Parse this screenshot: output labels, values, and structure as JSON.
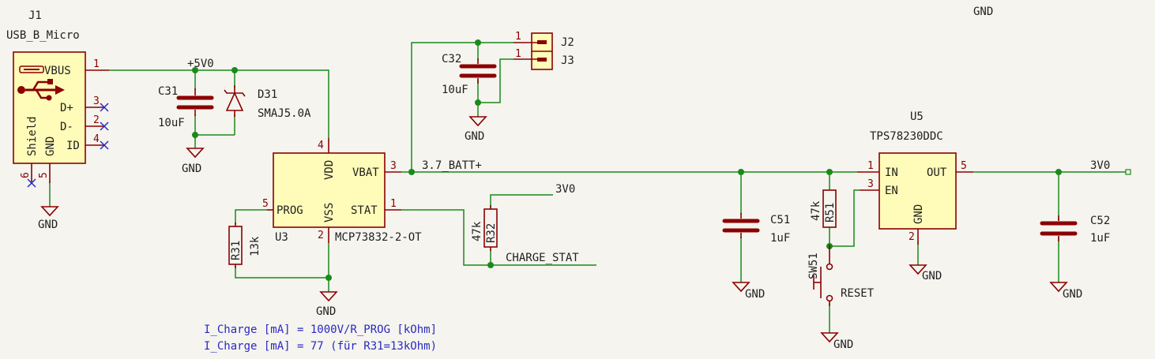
{
  "components": {
    "j1": {
      "ref": "J1",
      "value": "USB_B_Micro",
      "pins": [
        {
          "num": "1",
          "name": "VBUS"
        },
        {
          "num": "3",
          "name": "D+"
        },
        {
          "num": "2",
          "name": "D-"
        },
        {
          "num": "4",
          "name": "ID"
        },
        {
          "num": "6",
          "name": "Shield"
        },
        {
          "num": "5",
          "name": "GND"
        }
      ]
    },
    "c31": {
      "ref": "C31",
      "value": "10uF"
    },
    "d31": {
      "ref": "D31",
      "value": "SMAJ5.0A"
    },
    "c32": {
      "ref": "C32",
      "value": "10uF"
    },
    "j2": {
      "ref": "J2",
      "pin": "1"
    },
    "j3": {
      "ref": "J3",
      "pin": "1"
    },
    "u3": {
      "ref": "U3",
      "value": "MCP73832-2-OT",
      "pins": [
        {
          "num": "4",
          "name": "VDD"
        },
        {
          "num": "3",
          "name": "VBAT"
        },
        {
          "num": "5",
          "name": "PROG"
        },
        {
          "num": "2",
          "name": "VSS"
        },
        {
          "num": "1",
          "name": "STAT"
        }
      ]
    },
    "r31": {
      "ref": "R31",
      "value": "13k"
    },
    "r32": {
      "ref": "R32",
      "value": "47k"
    },
    "c51": {
      "ref": "C51",
      "value": "1uF"
    },
    "r51": {
      "ref": "R51",
      "value": "47k"
    },
    "sw51": {
      "ref": "SW51",
      "value": "RESET"
    },
    "u5": {
      "ref": "U5",
      "value": "TPS78230DDC",
      "pins": [
        {
          "num": "1",
          "name": "IN"
        },
        {
          "num": "3",
          "name": "EN"
        },
        {
          "num": "2",
          "name": "GND"
        },
        {
          "num": "5",
          "name": "OUT"
        }
      ]
    },
    "c52": {
      "ref": "C52",
      "value": "1uF"
    }
  },
  "nets": {
    "v5": "+5V0",
    "batt": "3.7_BATT+",
    "v3": "3V0",
    "v3_r32": "3V0",
    "charge_stat": "CHARGE_STAT",
    "gnd": "GND"
  },
  "notes": [
    "I_Charge [mA] = 1000V/R_PROG [kOhm]",
    "I_Charge [mA] = 77 (für R31=13kOhm)"
  ]
}
